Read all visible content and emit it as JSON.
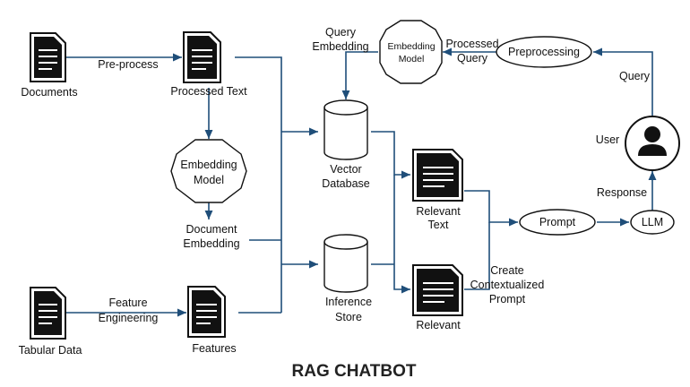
{
  "title": "RAG CHATBOT",
  "nodes": {
    "documents": "Documents",
    "processed_text": "Processed Text",
    "embedding_model_left": [
      "Embedding",
      "Model"
    ],
    "document_embedding": [
      "Document",
      "Embedding"
    ],
    "tabular_data": "Tabular Data",
    "features": "Features",
    "vector_database": [
      "Vector",
      "Database"
    ],
    "inference_store": [
      "Inference",
      "Store"
    ],
    "relevant_text": [
      "Relevant",
      "Text"
    ],
    "relevant": "Relevant",
    "embedding_model_top": [
      "Embedding",
      "Model"
    ],
    "preprocessing": "Preprocessing",
    "prompt": "Prompt",
    "llm": "LLM",
    "user": "User"
  },
  "edge_labels": {
    "pre_process": "Pre-process",
    "feature_engineering": [
      "Feature",
      "Engineering"
    ],
    "query_embedding": [
      "Query",
      "Embedding"
    ],
    "processed_query": [
      "Processed",
      "Query"
    ],
    "query": "Query",
    "response": "Response",
    "create_contextualized_prompt": [
      "Create",
      "Contextualized",
      "Prompt"
    ]
  },
  "colors": {
    "connector": "#1f4e79",
    "icon": "#111111",
    "text": "#111111"
  },
  "icons": [
    "document-icon",
    "user-icon",
    "cylinder-icon",
    "octagon-icon"
  ]
}
